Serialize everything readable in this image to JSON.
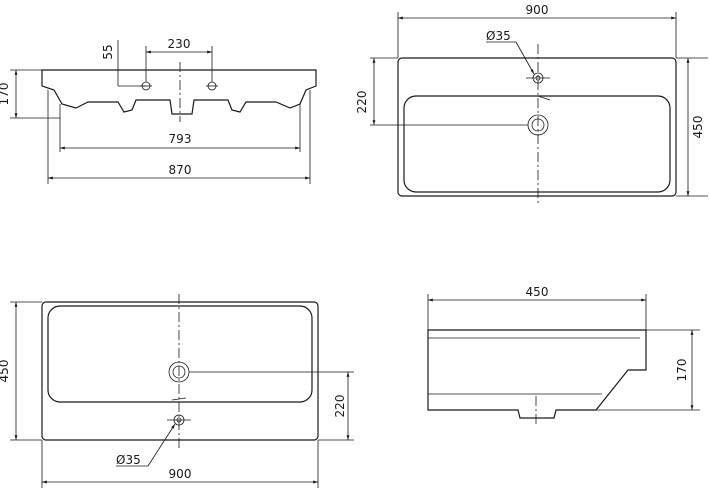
{
  "views": {
    "front": {
      "dim_width_outer": "870",
      "dim_width_inner": "793",
      "dim_tap_spacing": "230",
      "dim_tap_offset": "55",
      "dim_height": "170"
    },
    "top_right": {
      "dim_width": "900",
      "dim_depth": "450",
      "dim_drain_pos": "220",
      "dim_tap_hole": "Ø35"
    },
    "top_left": {
      "dim_width": "900",
      "dim_depth": "450",
      "dim_drain_pos": "220",
      "dim_tap_hole": "Ø35"
    },
    "side": {
      "dim_depth": "450",
      "dim_height": "170"
    }
  }
}
